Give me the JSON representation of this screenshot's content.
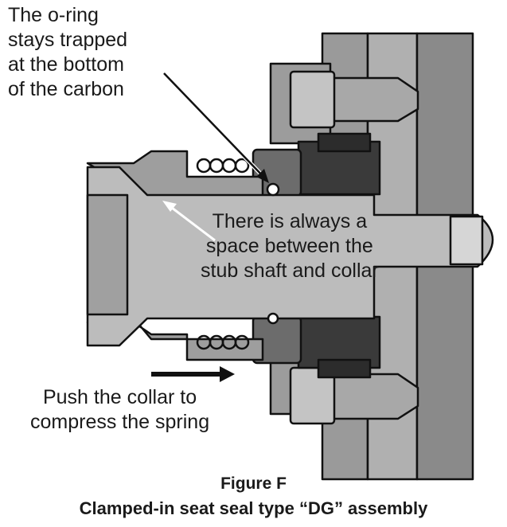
{
  "annotations": {
    "oring_note": [
      "The o-ring",
      "stays trapped",
      "at the bottom",
      "of the carbon"
    ],
    "space_note": [
      "There is always a",
      "space between the",
      "stub shaft and collar"
    ],
    "push_note": [
      "Push the collar to",
      "compress the spring"
    ]
  },
  "figure": {
    "number": "Figure F",
    "caption": "Clamped-in seat seal type “DG” assembly"
  },
  "colors": {
    "metal_light": "#a8a8a8",
    "metal_mid": "#8e8e8e",
    "metal_dark": "#6c6c6c",
    "face_dark": "#2a2a2a",
    "outline": "#111111",
    "arrow_white": "#ffffff",
    "arrow_black": "#111111"
  }
}
